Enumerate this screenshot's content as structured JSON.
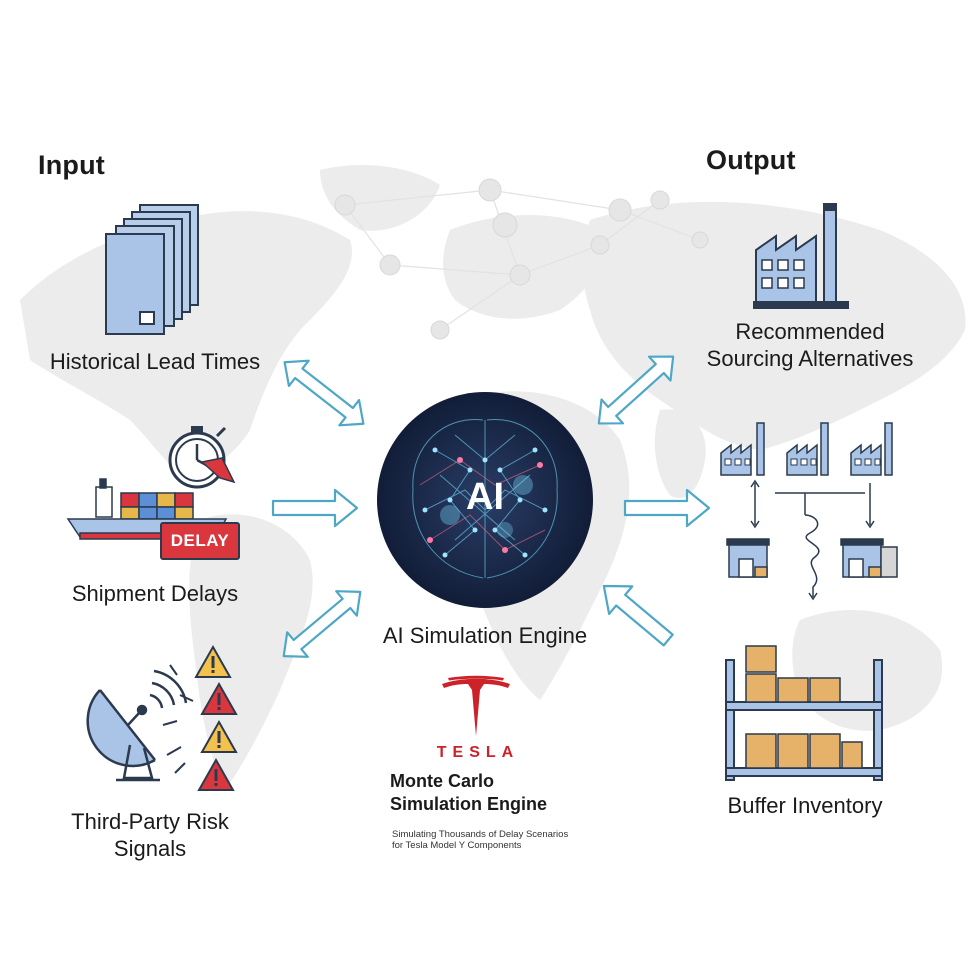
{
  "input": {
    "heading": "Input",
    "items": [
      {
        "label": "Historical Lead Times"
      },
      {
        "label": "Shipment Delays",
        "badge": "DELAY"
      },
      {
        "label_line1": "Third-Party Risk",
        "label_line2": "Signals"
      }
    ]
  },
  "output": {
    "heading": "Output",
    "items": [
      {
        "label_line1": "Recommended",
        "label_line2": "Sourcing Alternatives"
      },
      {
        "label": "Buffer Inventory"
      }
    ]
  },
  "engine": {
    "core_text": "AI",
    "label": "AI Simulation Engine"
  },
  "brand": {
    "logo_word": "TESLA",
    "title_line1": "Monte Carlo",
    "title_line2": "Simulation Engine",
    "subtitle_line1": "Simulating Thousands of Delay Scenarios",
    "subtitle_line2": "for Tesla Model Y Components"
  },
  "colors": {
    "arrow": "#4ea7c6",
    "icon_fill": "#a9c4e6",
    "icon_stroke": "#2b3a4e",
    "warning": "#f2c14e",
    "danger": "#d9363e",
    "tesla_red": "#cc2229",
    "crate": "#e6b26a",
    "map": "#eeeeee"
  },
  "icons": [
    "documents-icon",
    "stopwatch-icon",
    "cargo-ship-icon",
    "satellite-dish-icon",
    "warning-icon",
    "factory-icon",
    "distribution-network-icon",
    "shelf-icon",
    "ai-brain-icon",
    "tesla-logo-icon"
  ]
}
